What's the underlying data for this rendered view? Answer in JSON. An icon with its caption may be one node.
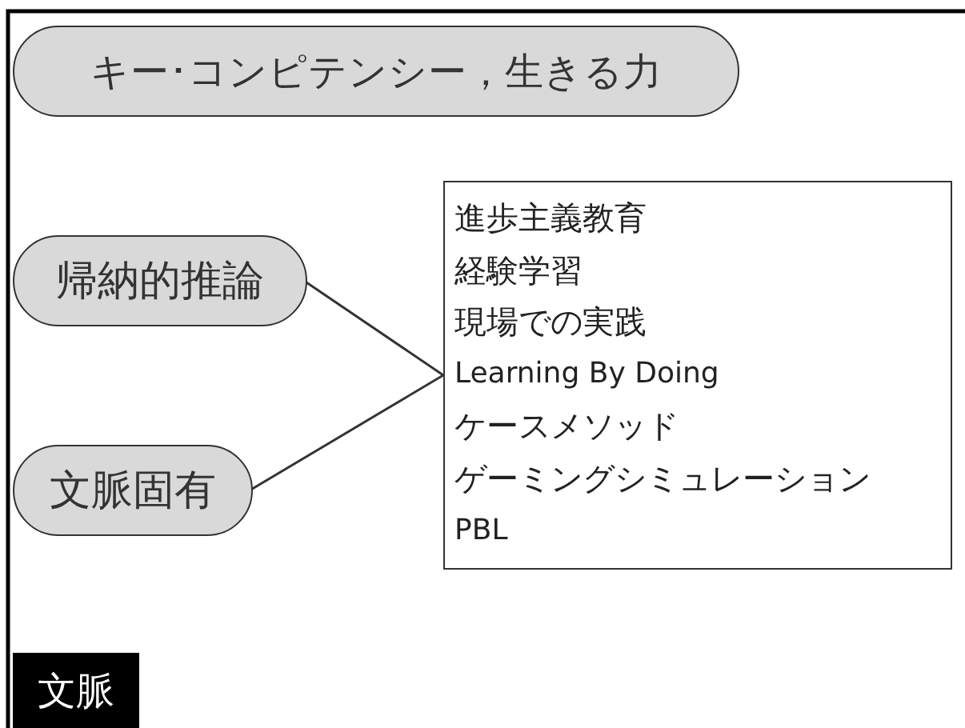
{
  "diagram": {
    "nodes": [
      {
        "text": [
          "キー･コンピテンシー，生きる力"
        ]
      },
      {
        "text": [
          "帰納的推論"
        ]
      },
      {
        "text": [
          "文脈固有"
        ]
      },
      {
        "text": [
          "進歩主義教育",
          "経験学習",
          "現場での実践",
          "Learning By Doing",
          "ケースメソッド",
          "ゲーミングシミュレーション",
          "PBL"
        ]
      },
      {
        "text": [
          "文脈"
        ]
      }
    ],
    "edges": [
      {
        "from": 1,
        "to": 3,
        "arrow": "none"
      },
      {
        "from": 2,
        "to": 3,
        "arrow": "none"
      }
    ]
  }
}
